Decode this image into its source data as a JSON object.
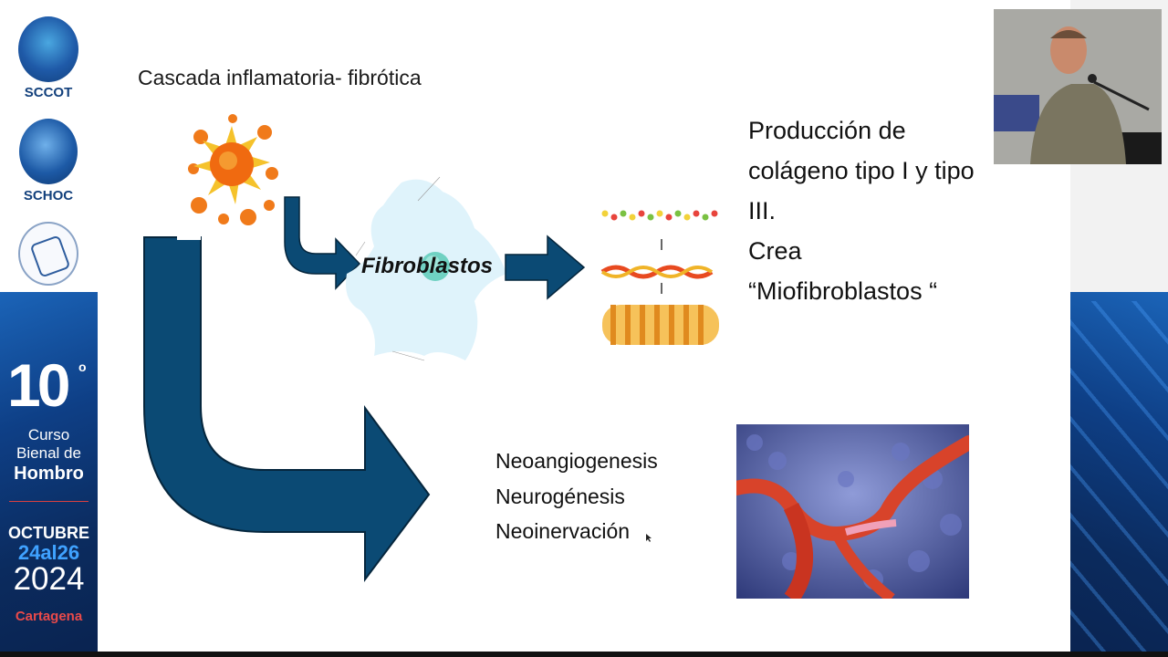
{
  "sidebar": {
    "logos": [
      {
        "label": "SCCOT"
      },
      {
        "label": "SCHOC"
      }
    ],
    "event": {
      "number": "10",
      "degree": "o",
      "line1": "Curso",
      "line2": "Bienal de",
      "line3": "Hombro",
      "month": "OCTUBRE",
      "days": "24al26",
      "year": "2024",
      "city": "Cartagena"
    }
  },
  "slide": {
    "title": "Cascada inflamatoria- fibrótica",
    "fibroblast_label": "Fibroblastos",
    "production": [
      "Producción de",
      "colágeno tipo I y tipo",
      "III.",
      "Crea",
      "“Miofibroblastos “"
    ],
    "neo_list": [
      "Neoangiogenesis",
      "Neurogénesis",
      "Neoinervación"
    ]
  },
  "colors": {
    "arrow": "#0b4a74",
    "sidebar_band": "#0b2b5e",
    "accent_blue": "#3fa2ff",
    "accent_red": "#e94a4a"
  },
  "icons": [
    "inflammation-burst-icon",
    "cursor-icon"
  ]
}
